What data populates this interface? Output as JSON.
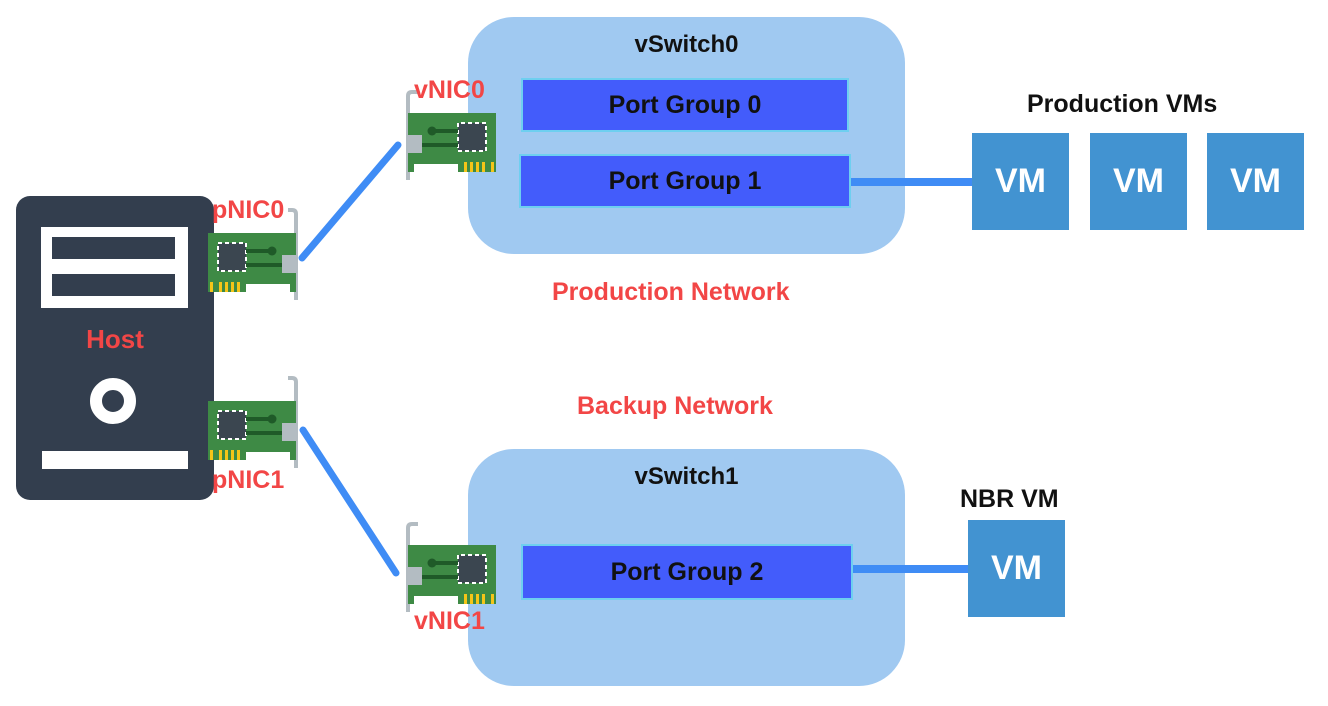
{
  "host": {
    "label": "Host",
    "icon": "server-icon"
  },
  "physical_nics": [
    {
      "label": "pNIC0",
      "icon": "nic-card-icon"
    },
    {
      "label": "pNIC1",
      "icon": "nic-card-icon"
    }
  ],
  "virtual_nics": [
    {
      "label": "vNIC0",
      "icon": "nic-card-icon"
    },
    {
      "label": "vNIC1",
      "icon": "nic-card-icon"
    }
  ],
  "vswitches": [
    {
      "title": "vSwitch0",
      "port_groups": [
        "Port Group 0",
        "Port Group 1"
      ]
    },
    {
      "title": "vSwitch1",
      "port_groups": [
        "Port Group 2"
      ]
    }
  ],
  "networks": {
    "production": "Production Network",
    "backup": "Backup Network"
  },
  "vm_groups": [
    {
      "title": "Production VMs",
      "vms": [
        "VM",
        "VM",
        "VM"
      ]
    },
    {
      "title": "NBR VM",
      "vms": [
        "VM"
      ]
    }
  ],
  "colors": {
    "host": "#333e4e",
    "vswitch": "#a0c9f1",
    "port_group": "#435cfb",
    "vm": "#4293d1",
    "link": "#3f8cf5",
    "separator": "#09a98a",
    "label_red": "#f24646"
  }
}
